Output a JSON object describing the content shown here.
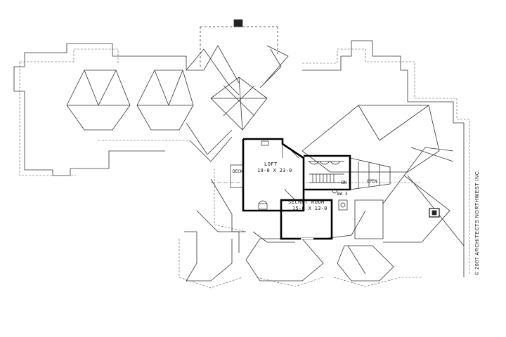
{
  "labels": {
    "loft_name": "LOFT",
    "loft_dims": "19-0 x 23-0",
    "secret_name": "SECRET ROOM",
    "secret_dims": "15-0 x 13-0",
    "deck": "DECK",
    "open": "OPEN",
    "dn": "DN",
    "bath": "BA 3"
  },
  "copyright": "© 2007 ARCHITECTS NORTHWEST INC."
}
